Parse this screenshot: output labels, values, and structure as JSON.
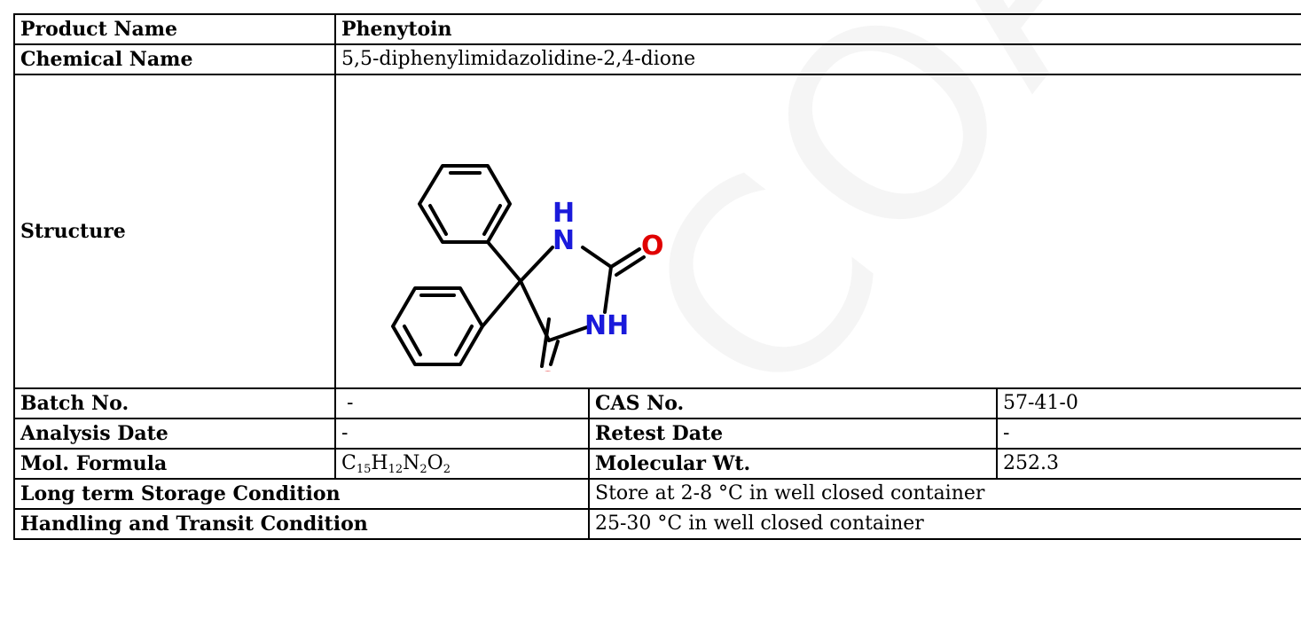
{
  "rows": {
    "product_name": {
      "label": "Product Name",
      "value": "Phenytoin"
    },
    "chemical_name": {
      "label": "Chemical Name",
      "value": "5,5-diphenylimidazolidine-2,4-dione"
    },
    "structure": {
      "label": "Structure"
    },
    "batch": {
      "label": "Batch No.",
      "value": "-",
      "label2": "CAS No.",
      "value2": "57-41-0"
    },
    "analysis": {
      "label": "Analysis Date",
      "value": "-",
      "label2": "Retest Date",
      "value2": "-"
    },
    "formula": {
      "label": "Mol. Formula",
      "label2": "Molecular Wt.",
      "value2": "252.3"
    },
    "storage": {
      "label": "Long term Storage Condition",
      "value": "Store at 2-8 °C in well closed container"
    },
    "handling": {
      "label": "Handling and Transit Condition",
      "value": "25-30 °C in well closed container"
    }
  },
  "formula_parts": {
    "c": "C",
    "c_n": "15",
    "h": "H",
    "h_n": "12",
    "n": "N",
    "n_n": "2",
    "o": "O",
    "o_n": "2"
  },
  "structure_atoms": {
    "nh_top_h": "H",
    "nh_top_n": "N",
    "o_right": "O",
    "nh_mid": "NH",
    "o_bottom": "O"
  },
  "colors": {
    "nitrogen": "#1a1adb",
    "oxygen": "#e00000",
    "bond": "#000000"
  }
}
